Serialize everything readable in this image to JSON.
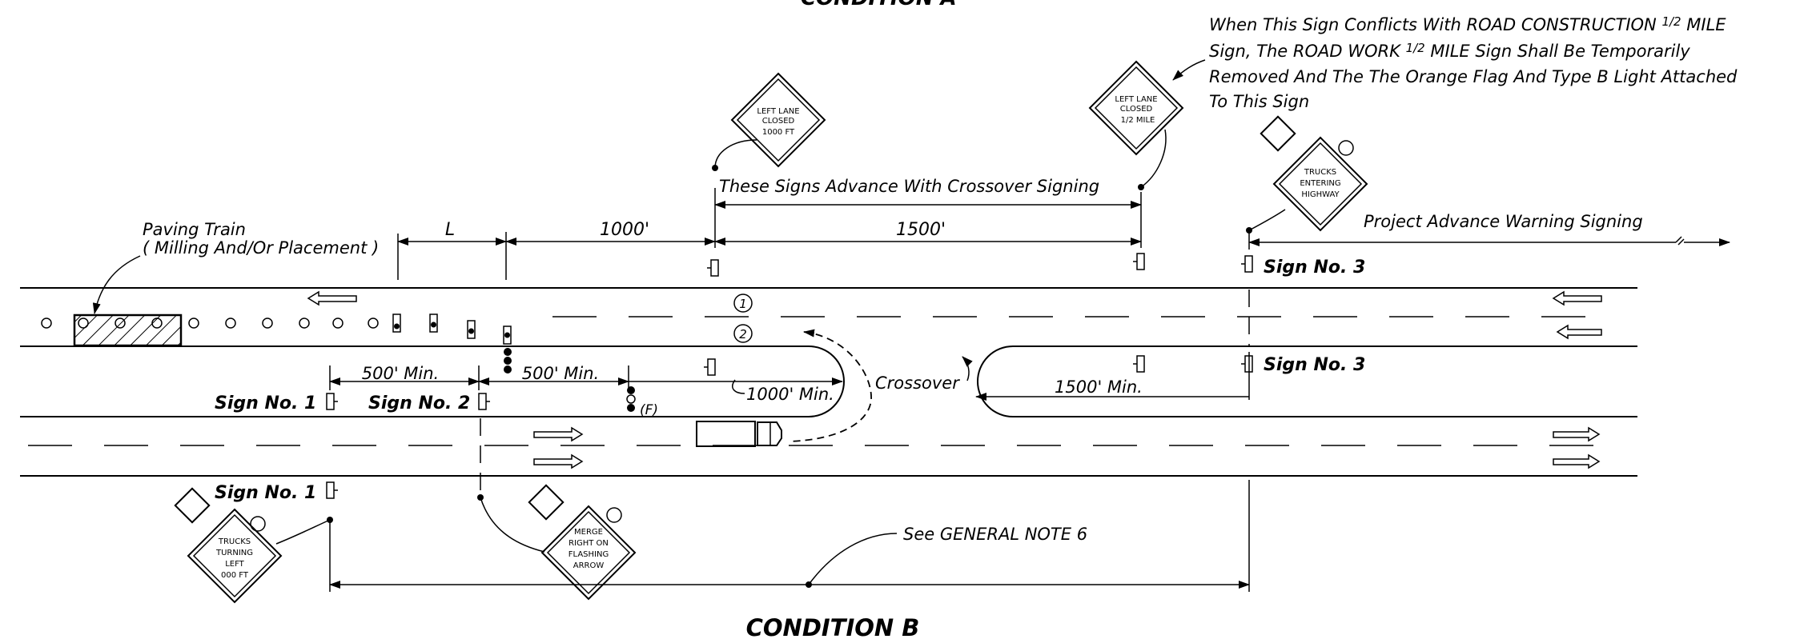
{
  "title_partial": "CONDITION A",
  "title": "CONDITION B",
  "note": {
    "line1": "When This Sign Conflicts With ROAD CONSTRUCTION",
    "line1_frac": "1/2",
    "line1_end": "MILE",
    "line2a": "Sign, The ROAD WORK",
    "line2_frac": "1/2",
    "line2b": "MILE Sign Shall Be Temporarily",
    "line3": "Removed And The The Orange Flag And Type B Light Attached",
    "line4": "To This Sign"
  },
  "labels": {
    "paving1": "Paving Train",
    "paving2": "( Milling And/Or Placement )",
    "L": "L",
    "d1000": "1000'",
    "d1500": "1500'",
    "advance": "These Signs Advance With Crossover Signing",
    "project": "Project Advance Warning Signing",
    "signno3_top": "Sign No. 3",
    "signno3_mid": "Sign No. 3",
    "signno1": "Sign No. 1",
    "signno2": "Sign No. 2",
    "signno1_bot": "Sign No. 1",
    "min500a": "500' Min.",
    "min500b": "500' Min.",
    "min1000": "1000' Min.",
    "min1500": "1500' Min.",
    "crossover": "Crossover",
    "flash": "(F)",
    "general": "See GENERAL NOTE 6",
    "lane1": "1",
    "lane2": "2"
  },
  "signs": {
    "llc1000": [
      "LEFT LANE",
      "CLOSED",
      "1000 FT"
    ],
    "llchalf": [
      "LEFT LANE",
      "CLOSED",
      "1/2 MILE"
    ],
    "trucks_entering": [
      "TRUCKS",
      "ENTERING",
      "HIGHWAY"
    ],
    "trucks_turning": [
      "TRUCKS",
      "TURNING",
      "LEFT",
      "000 FT"
    ],
    "merge": [
      "MERGE",
      "RIGHT ON",
      "FLASHING",
      "ARROW"
    ]
  }
}
